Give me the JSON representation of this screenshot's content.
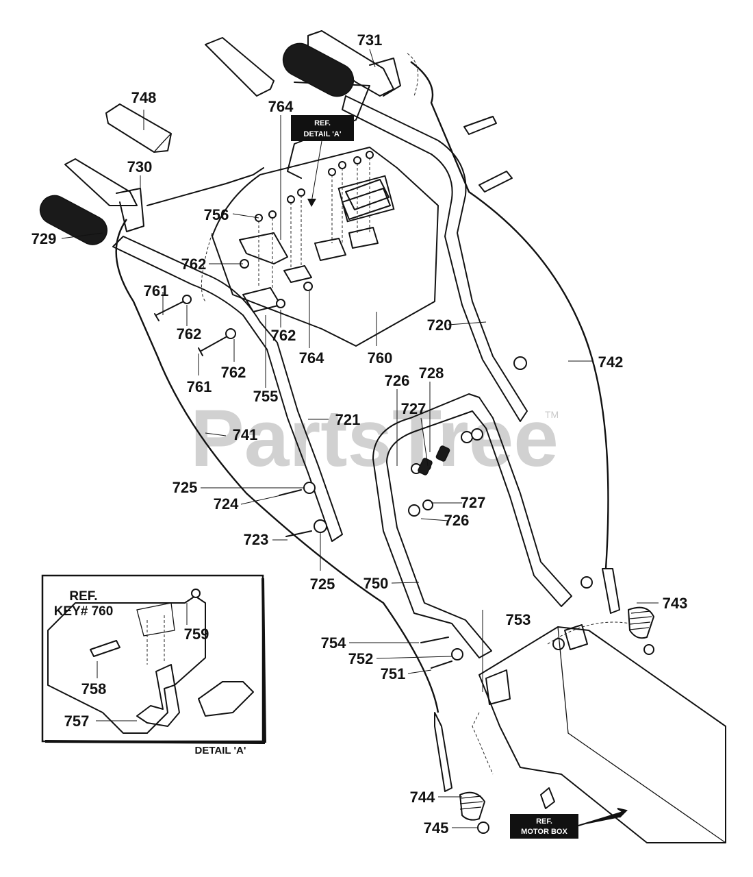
{
  "watermark": {
    "text": "PartsTree",
    "tm": "TM"
  },
  "callouts": {
    "detail_a": [
      "REF.",
      "DETAIL 'A'"
    ],
    "motor_box": [
      "REF.",
      "MOTOR BOX"
    ]
  },
  "inset": {
    "ref_line1": "REF.",
    "ref_line2": "KEY# 760",
    "caption": "DETAIL 'A'"
  },
  "part_labels": {
    "p731": "731",
    "p748": "748",
    "p764a": "764",
    "p730": "730",
    "p756": "756",
    "p729": "729",
    "p762a": "762",
    "p761a": "761",
    "p762b": "762",
    "p762c": "762",
    "p762d": "762",
    "p761b": "761",
    "p755": "755",
    "p764b": "764",
    "p760": "760",
    "p720": "720",
    "p742": "742",
    "p726a": "726",
    "p728": "728",
    "p727a": "727",
    "p721": "721",
    "p741": "741",
    "p725a": "725",
    "p724": "724",
    "p727b": "727",
    "p726b": "726",
    "p723": "723",
    "p725b": "725",
    "p750": "750",
    "p743": "743",
    "p753": "753",
    "p754": "754",
    "p752": "752",
    "p751": "751",
    "p744": "744",
    "p745": "745",
    "p759": "759",
    "p758": "758",
    "p757": "757"
  }
}
